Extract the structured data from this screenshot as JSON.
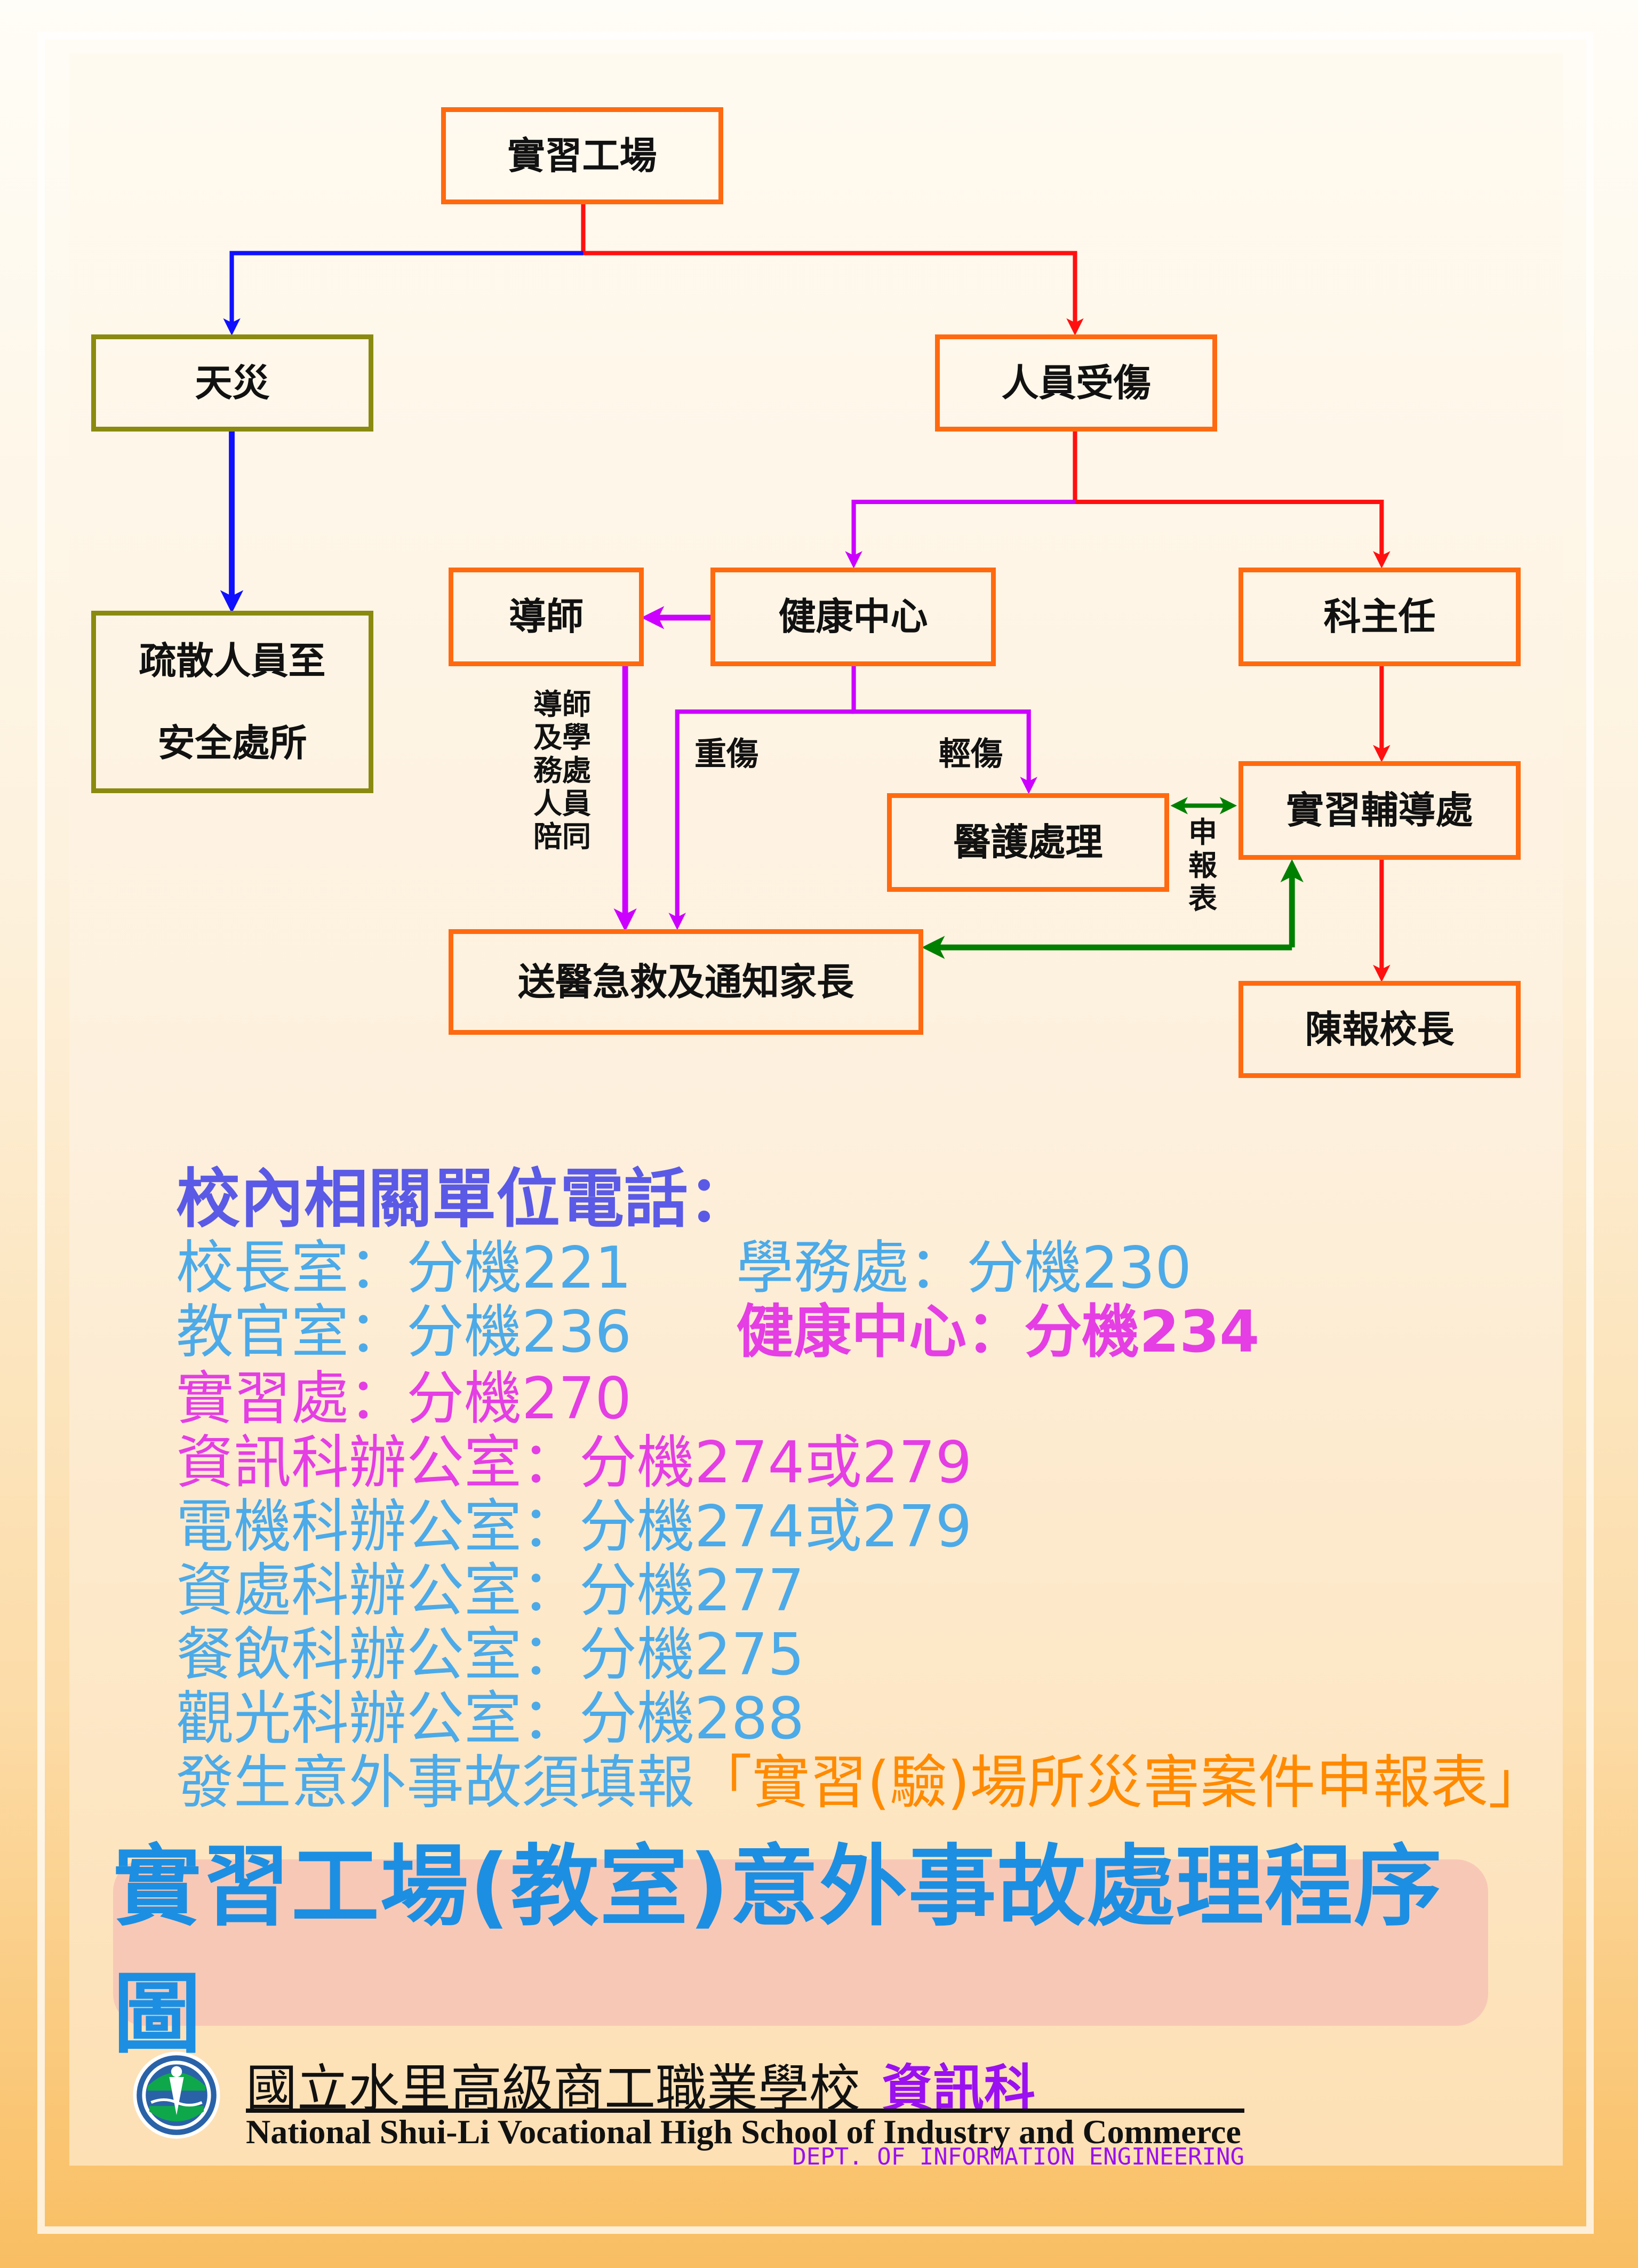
{
  "flowchart": {
    "nodes": {
      "workshop": "實習工場",
      "disaster": "天災",
      "injury": "人員受傷",
      "evacuate_line1": "疏散人員至",
      "evacuate_line2": "安全處所",
      "tutor": "導師",
      "health_center": "健康中心",
      "dept_head": "科主任",
      "medical_care": "醫護處理",
      "practice_office": "實習輔導處",
      "hospital": "送醫急救及通知家長",
      "report_principal": "陳報校長"
    },
    "edge_labels": {
      "accompany": [
        "導師",
        "及學",
        "務處",
        "人員",
        "陪同"
      ],
      "serious": "重傷",
      "minor": "輕傷",
      "report_form": [
        "申",
        "報",
        "表"
      ]
    },
    "colors": {
      "box_border": "#ff6a10",
      "disaster_border": "#8a8a10",
      "blue": "#1010ff",
      "red": "#ff1010",
      "purple": "#cc00ff",
      "green": "#008000"
    }
  },
  "phones": {
    "heading": "校內相關單位電話：",
    "entries": [
      {
        "label": "校長室：分機221"
      },
      {
        "label": "學務處：分機230"
      },
      {
        "label": "教官室：分機236"
      },
      {
        "label": "健康中心：分機234"
      },
      {
        "label": "實習處：分機270"
      },
      {
        "label": "資訊科辦公室：分機274或279"
      },
      {
        "label": "電機科辦公室：分機274或279"
      },
      {
        "label": "資處科辦公室：分機277"
      },
      {
        "label": "餐飲科辦公室：分機275"
      },
      {
        "label": "觀光科辦公室：分機288"
      }
    ],
    "notice_prefix": "發生意外事故須填報",
    "notice_form": "「實習(驗)場所災害案件申報表」"
  },
  "banner": {
    "title": "實習工場(教室)意外事故處理程序圖"
  },
  "footer": {
    "school_cn": "國立水里高級商工職業學校",
    "dept_cn": "資訊科",
    "school_en": "National Shui-Li Vocational High School of Industry and Commerce",
    "dept_en": "DEPT. OF INFORMATION ENGINEERING"
  }
}
